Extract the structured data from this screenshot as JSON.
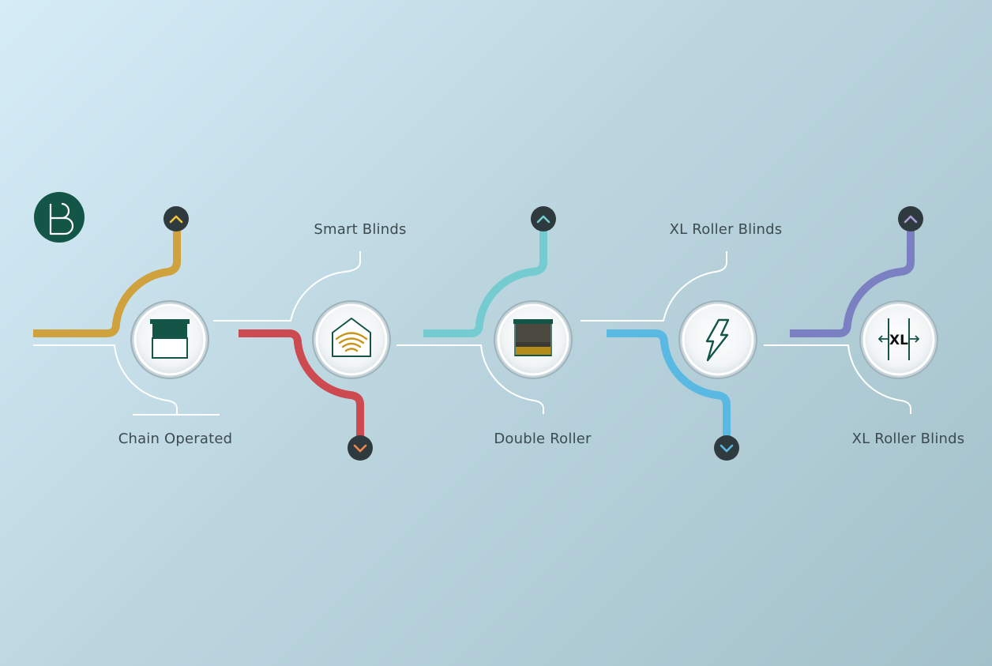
{
  "brand": {
    "logo_icon": "b-logo-icon",
    "color": "#135546"
  },
  "steps": [
    {
      "label": "Chain Operated",
      "icon": "chain-roller-blind-icon",
      "accent": "#d0a23e",
      "arrow": "chevron-up-icon",
      "arrow_color": "#f3c63c",
      "label_position": "below"
    },
    {
      "label": "Smart Blinds",
      "icon": "smart-home-wifi-icon",
      "accent": "#cd4a50",
      "arrow": "chevron-down-icon",
      "arrow_color": "#f08a4f",
      "label_position": "above"
    },
    {
      "label": "Double Roller",
      "icon": "double-roller-blind-icon",
      "accent": "#74ccd0",
      "arrow": "chevron-up-icon",
      "arrow_color": "#74ccd0",
      "label_position": "below"
    },
    {
      "label": "XL Roller Blinds",
      "icon": "lightning-icon",
      "accent": "#5ab9e3",
      "arrow": "chevron-down-icon",
      "arrow_color": "#5ab9e3",
      "label_position": "above"
    },
    {
      "label": "XL Roller Blinds",
      "icon": "xl-width-icon",
      "accent": "#7b80c2",
      "arrow": "chevron-up-icon",
      "arrow_color": "#a9a0d8",
      "label_position": "below"
    }
  ]
}
